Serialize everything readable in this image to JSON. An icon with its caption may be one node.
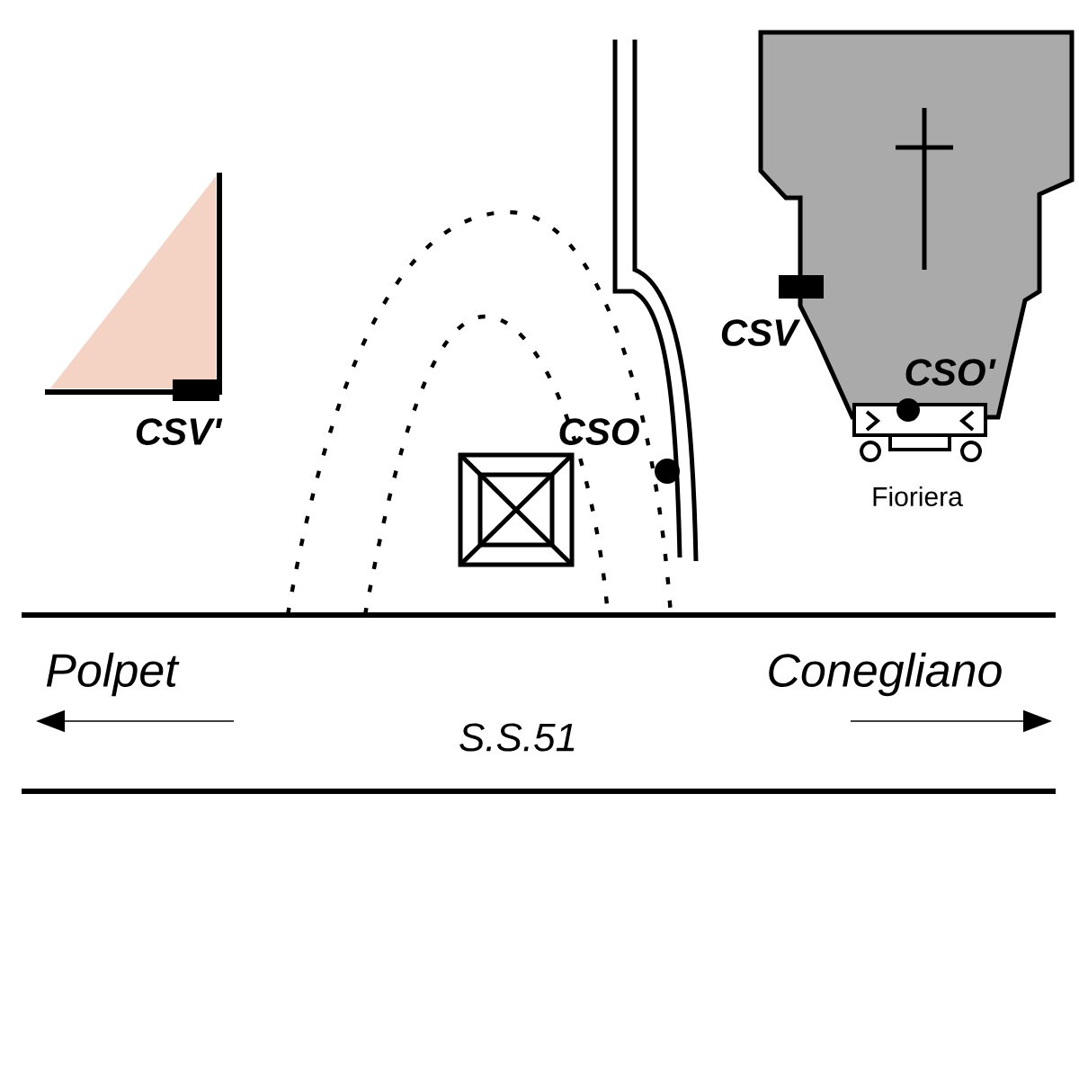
{
  "diagram": {
    "labels": [
      "CSV'",
      "CSO",
      "CSV",
      "CSO'",
      "Fioriera",
      "Polpet",
      "Conegliano",
      "S.S.51"
    ]
  }
}
